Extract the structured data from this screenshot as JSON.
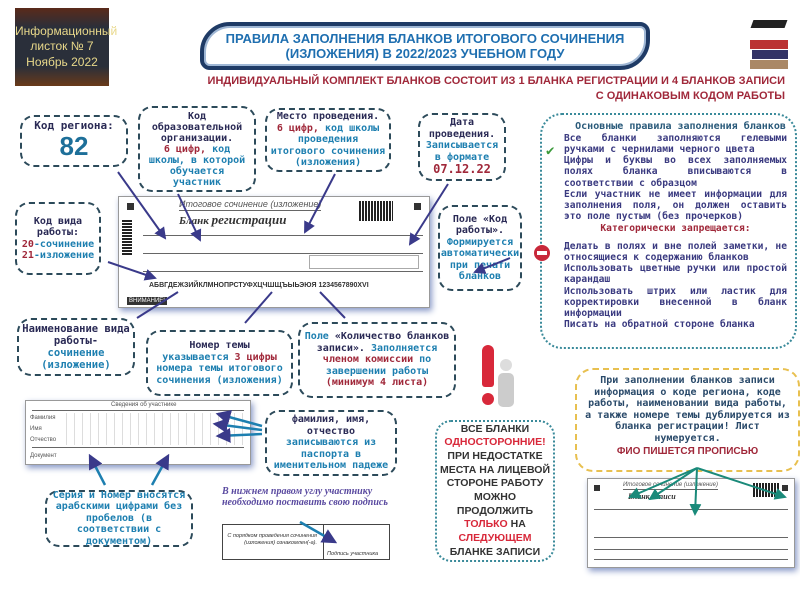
{
  "logo": {
    "line1": "Информационный",
    "line2": "листок № 7",
    "line3": "Ноябрь 2022"
  },
  "title": {
    "line1": "ПРАВИЛА ЗАПОЛНЕНИЯ БЛАНКОВ ИТОГОВОГО СОЧИНЕНИЯ",
    "line2": "(ИЗЛОЖЕНИЯ) В 2022/2023 УЧЕБНОМ ГОДУ"
  },
  "subtitle": {
    "line1": "ИНДИВИДУАЛЬНЫЙ КОМПЛЕКТ БЛАНКОВ СОСТОИТ ИЗ 1 БЛАНКА РЕГИСТРАЦИИ И 4 БЛАНКОВ ЗАПИСИ",
    "line2": "С ОДИНАКОВЫМ КОДОМ РАБОТЫ"
  },
  "callouts": {
    "region": {
      "label": "Код региона:",
      "value": "82"
    },
    "org": {
      "title": "Код образовательной организации.",
      "digits": "6 цифр,",
      "rest": "код школы, в которой обучается участник"
    },
    "place": {
      "title": "Место проведения.",
      "digits": "6 цифр,",
      "rest": "код школы проведения итогового сочинения (изложения)"
    },
    "date": {
      "title": "Дата проведения.",
      "rest": "Записывается в формате",
      "value": "07.12.22"
    },
    "worktype": {
      "title": "Код вида работы:",
      "opt1_code": "20",
      "opt1": "-сочинение",
      "opt2_code": "21",
      "opt2": "-изложение"
    },
    "workcode": {
      "title": "Поле «Код работы».",
      "rest": "Формируется автоматически при печати бланков"
    },
    "workname": {
      "title": "Наименование вида работы-",
      "rest": "сочинение (изложение)"
    },
    "topic": {
      "title": "Номер темы",
      "p1": "указывается",
      "n": "3",
      "digits": "цифры",
      "rest": "номера темы итогового сочинения (изложения)"
    },
    "count": {
      "p1": "Поле",
      "title": "«Количество бланков записи».",
      "p2": "Заполняется",
      "who": "членом комиссии",
      "p3": "по завершении работы",
      "min": "(минимум 4 листа)"
    },
    "fio": {
      "title": "фамилия, имя, отчество",
      "rest": "записываются из паспорта в именительном падеже"
    },
    "series": {
      "text": "Серия и Номер вносятся арабскими цифрами без пробелов (в соответствии с документом)"
    },
    "signature": {
      "text": "В нижнем правом углу участнику необходимо поставить свою подпись",
      "box_left": "С порядком проведения сочинения (изложения) ознакомлен(-а).",
      "box_right": "Подпись участника"
    }
  },
  "form": {
    "header": "Итоговое сочинение (изложение)",
    "title1": "Бланк",
    "title2": "регистрации",
    "alphabet": "АБВГДЕЖЗИЙКЛМНОПРСТУФХЦЧШЩЪЫЬЭЮЯ 1234567890XVI",
    "participant_header": "Сведения об участнике",
    "f1": "Фамилия",
    "f2": "Имя",
    "f3": "Отчество",
    "f4": "Документ",
    "attention": "ВНИМАНИЕ!"
  },
  "record_form": {
    "header": "Итоговое сочинение (изложение)",
    "title": "Бланк записи"
  },
  "rules": {
    "title": "Основные правила заполнения бланков",
    "allowed": [
      "Все бланки заполняются гелевыми ручками с чернилами черного цвета",
      "Цифры и буквы во всех заполняемых полях бланка вписываются в соответствии с образцом",
      "Если участник не имеет информации для заполнения поля, он должен оставить это поле пустым (без прочерков)"
    ],
    "forbidden_title": "Категорически запрещается:",
    "forbidden": [
      "Делать в полях и вне полей заметки, не относящиеся к содержанию бланков",
      "Использовать цветные ручки или простой карандаш",
      "Использовать штрих или ластик для корректировки внесенной в бланк информации",
      "Писать на обратной стороне бланка"
    ]
  },
  "one_sided": {
    "l1": "ВСЕ БЛАНКИ",
    "l2": "ОДНОСТОРОННИЕ!",
    "l3": "ПРИ НЕДОСТАТКЕ МЕСТА НА ЛИЦЕВОЙ СТОРОНЕ РАБОТУ МОЖНО ПРОДОЛЖИТЬ",
    "l4": "ТОЛЬКО",
    "l5": "НА",
    "l6": "СЛЕДУЮЩЕМ",
    "l7": "БЛАНКЕ ЗАПИСИ"
  },
  "duplicate": {
    "text": "При заполнении бланков записи информация о коде региона, коде работы, наименовании вида работы, а также номере темы дублируется из бланка регистрации! Лист нумеруется.",
    "fio": "ФИО ПИШЕТСЯ ПРОПИСЬЮ"
  }
}
